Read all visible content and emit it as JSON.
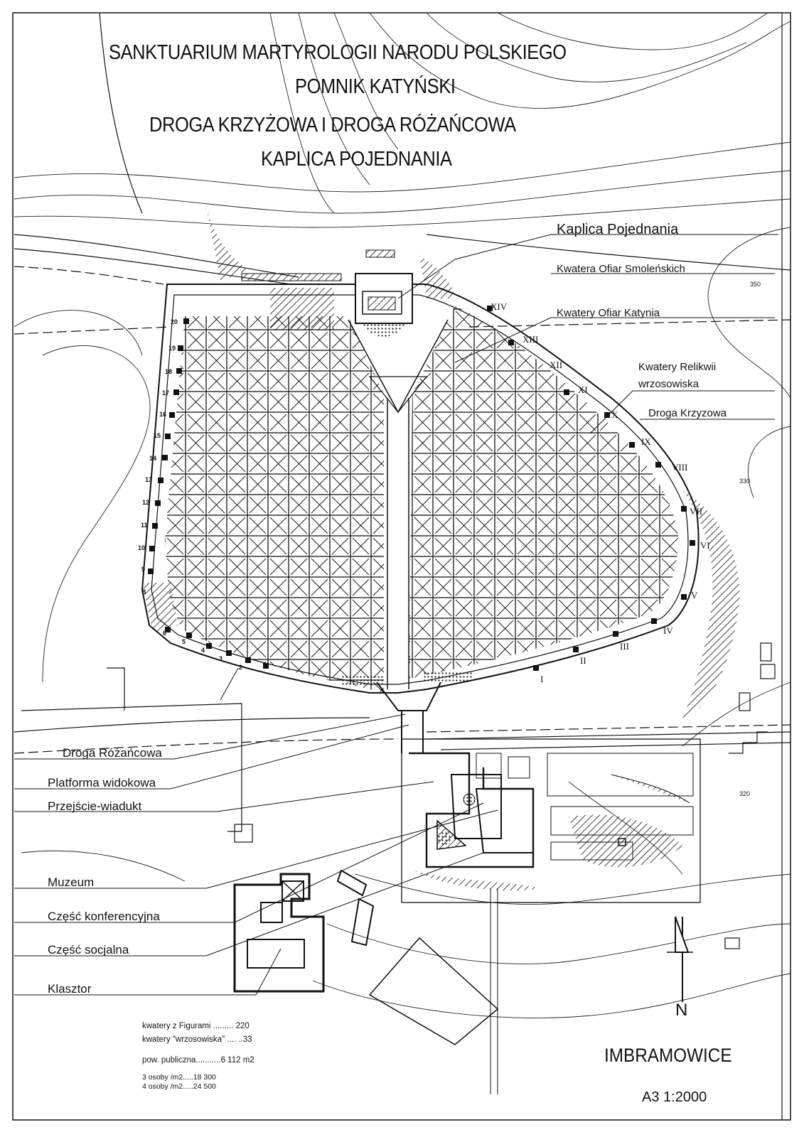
{
  "title_lines": [
    "SANKTUARIUM MARTYROLOGII NARODU POLSKIEGO",
    "POMNIK KATYŃSKI",
    "DROGA KRZYŻOWA I DROGA RÓŻAŃCOWA",
    "KAPLICA POJEDNANIA"
  ],
  "labels_right": {
    "kaplica": "Kaplica Pojednania",
    "smolensk": "Kwatera Ofiar Smoleńskich",
    "katyn": "Kwatery Ofiar Katynia",
    "relikwie_1": "Kwatery Relikwii",
    "relikwie_2": "wrzosowiska",
    "krzyzowa": "Droga Krzyzowa"
  },
  "labels_left": {
    "rozancowa": "Droga Różańcowa",
    "platforma": "Platforma widokowa",
    "przejscie": "Przejście-wiadukt",
    "muzeum": "Muzeum",
    "konferencyjna": "Część konferencyjna",
    "socjalna": "Część socjalna",
    "klasztor": "Klasztor"
  },
  "stations_roman": [
    "I",
    "II",
    "III",
    "IV",
    "V",
    "VI",
    "VII",
    "VIII",
    "IX",
    "X",
    "XI",
    "XII",
    "XIII",
    "XIV"
  ],
  "stations_arabic": [
    "2",
    "3",
    "4",
    "5",
    "6",
    "8",
    "9",
    "10",
    "11",
    "12",
    "13",
    "14",
    "15",
    "16",
    "17",
    "18",
    "19",
    "20"
  ],
  "contours": [
    "350",
    "330",
    "320"
  ],
  "stats": {
    "line1": "kwatery z Figurami ......... 220",
    "line2": "kwatery \"wrzosowiska\" .... ..33",
    "line3": "pow. publiczna...........6 112 m2",
    "line4": "3 osoby /m2.....18 300",
    "line5": "4 osoby /m2.....24 500"
  },
  "place": "IMBRAMOWICE",
  "scale": "A3  1:2000",
  "north": "N",
  "icons": [
    "north-arrow-icon",
    "cross-icon"
  ]
}
